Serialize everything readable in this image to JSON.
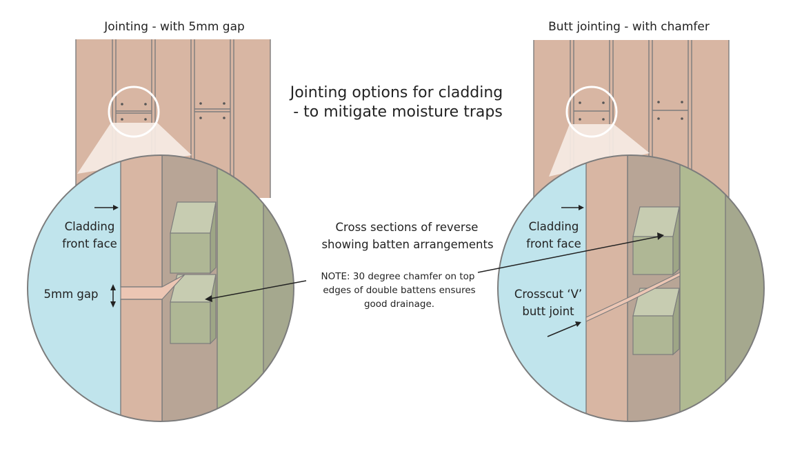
{
  "main": {
    "title_line1": "Jointing options for cladding",
    "title_line2": "- to mitigate moisture traps",
    "cross_section_line1": "Cross sections of reverse",
    "cross_section_line2": "showing batten arrangements",
    "note_line1": "NOTE:  30 degree chamfer on top",
    "note_line2": "edges of double battens ensures",
    "note_line3": "good drainage."
  },
  "left_panel": {
    "heading": "Jointing - with 5mm gap",
    "label_front_line1": "Cladding",
    "label_front_line2": "front face",
    "label_gap": "5mm gap"
  },
  "right_panel": {
    "heading": "Butt jointing - with chamfer",
    "label_front_line1": "Cladding",
    "label_front_line2": "front face",
    "label_joint_line1": "Crosscut ‘V’",
    "label_joint_line2": "butt joint"
  },
  "colors": {
    "timber": "#d8b6a3",
    "timber_dark": "#c4a28e",
    "batten_front": "#afb795",
    "batten_top": "#c7ccb1",
    "vertical_batten": "#b0ba92",
    "dark_batten": "#a5a88e",
    "back_panel": "#b8a596",
    "sky": "#c0e4ec",
    "chamfer_gap": "#ecc6b4",
    "outline": "#7c7c7c"
  }
}
